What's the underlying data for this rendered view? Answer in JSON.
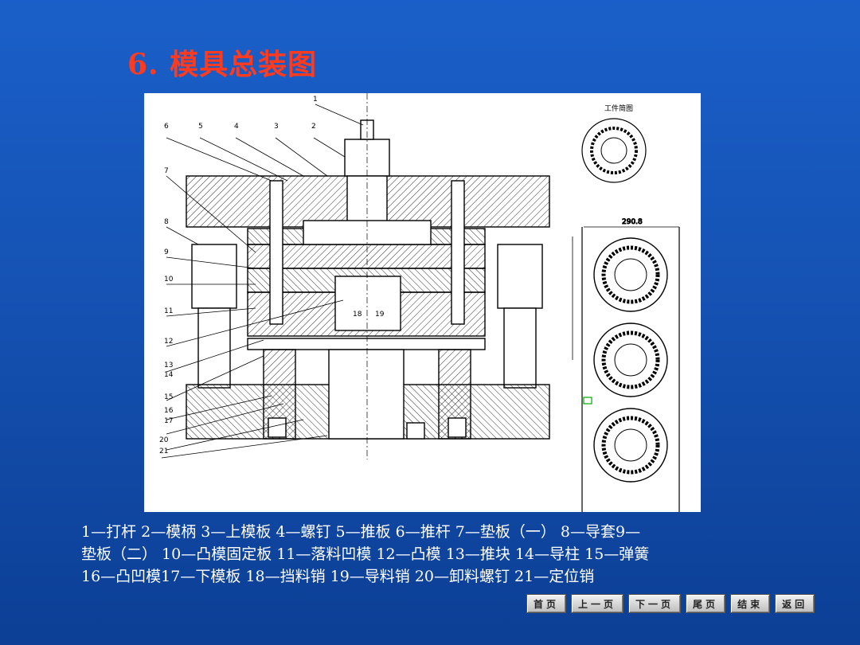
{
  "title": "6. 模具总装图",
  "drawing": {
    "workpiece_label": "工件简图",
    "dim_top": "290.8",
    "part_numbers": [
      "1",
      "2",
      "3",
      "4",
      "5",
      "6",
      "7",
      "8",
      "9",
      "10",
      "11",
      "12",
      "13",
      "14",
      "15",
      "16",
      "17",
      "20",
      "21",
      "18",
      "19"
    ]
  },
  "legend": {
    "line1": "1—打杆 2—模柄 3—上模板 4—螺钉 5—推板 6—推杆 7—垫板（一） 8—导套9—",
    "line2": "垫板（二） 10—凸模固定板 11—落料凹模 12—凸模 13—推块 14—导柱 15—弹簧",
    "line3": "16—凸凹模17—下模板 18—挡料销 19—导料销 20—卸料螺钉 21—定位销"
  },
  "nav": {
    "home": "首页",
    "prev": "上一页",
    "next": "下一页",
    "last": "尾页",
    "end": "结束",
    "back": "返回"
  }
}
